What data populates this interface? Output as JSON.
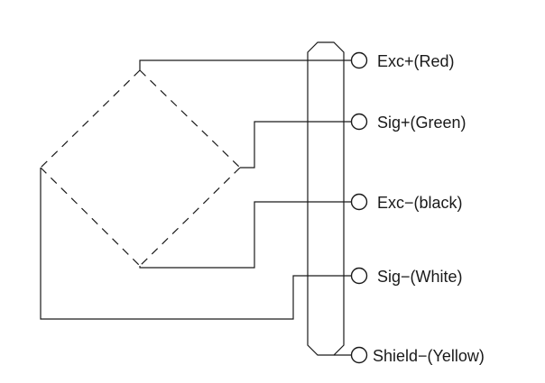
{
  "diagram": {
    "line_color": "#1a1a1a",
    "background": "#ffffff",
    "terminals": [
      {
        "id": "exc-plus",
        "label": "Exc+(Red)"
      },
      {
        "id": "sig-plus",
        "label": "Sig+(Green)"
      },
      {
        "id": "exc-minus",
        "label": "Exc−(black)"
      },
      {
        "id": "sig-minus",
        "label": "Sig−(White)"
      },
      {
        "id": "shield",
        "label": "Shield−(Yellow)"
      }
    ]
  }
}
